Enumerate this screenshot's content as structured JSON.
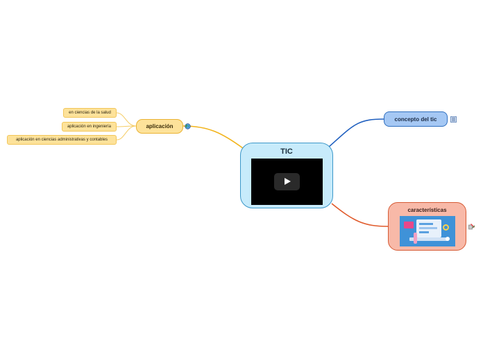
{
  "center": {
    "title": "TIC"
  },
  "right": {
    "concepto": {
      "label": "concepto del tic"
    },
    "caracteristicas": {
      "label": "características"
    }
  },
  "left": {
    "aplicacion": {
      "label": "aplicación"
    },
    "leaves": [
      "en ciencias de la salud",
      "aplicación en ingeniería",
      "aplicación en ciencias administrativas y contables"
    ]
  },
  "icons": {
    "video": "play-button-icon",
    "note": "note-icon",
    "globe": "globe-icon",
    "tools": "tools-icon",
    "image": "computer-illustration-icon"
  },
  "colors": {
    "center_fill": "#c7ebfb",
    "concepto_fill": "#a5c8f4",
    "concepto_link": "#1f5fbf",
    "caracteristicas_fill": "#f8b9a8",
    "caracteristicas_link": "#e0592a",
    "aplicacion_fill": "#fde29a",
    "aplicacion_link": "#f2b319"
  }
}
